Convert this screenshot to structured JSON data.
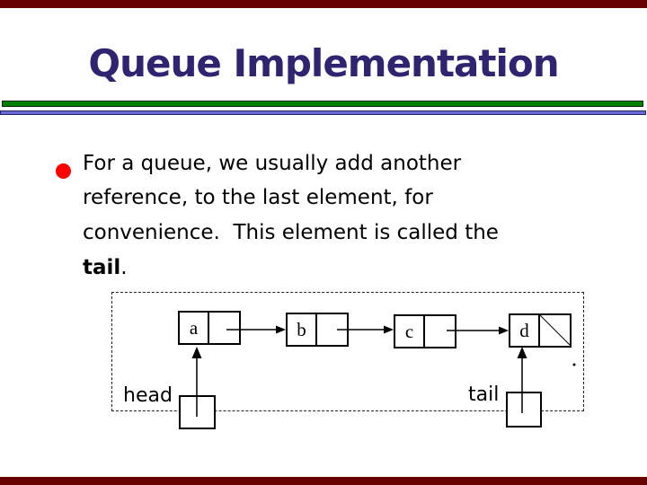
{
  "slide": {
    "title": "Queue Implementation",
    "bullet": {
      "lines": [
        "For a queue, we usually add another",
        "reference, to the last element, for",
        "convenience.  This element is called the"
      ],
      "last_line_bold": "tail",
      "last_line_suffix": "."
    }
  },
  "diagram": {
    "nodes": [
      {
        "label": "a"
      },
      {
        "label": "b"
      },
      {
        "label": "c"
      },
      {
        "label": "d"
      }
    ],
    "head_label": "head",
    "tail_label": "tail",
    "null_marker": "diagonal-slash"
  },
  "colors": {
    "border_bar": "#660000",
    "title_text": "#2F2470",
    "rule_green": "#007E00",
    "rule_blue": "#6A6AD4",
    "bullet": "#FF0000",
    "body_text": "#000000",
    "background": "#FFFFFF"
  }
}
